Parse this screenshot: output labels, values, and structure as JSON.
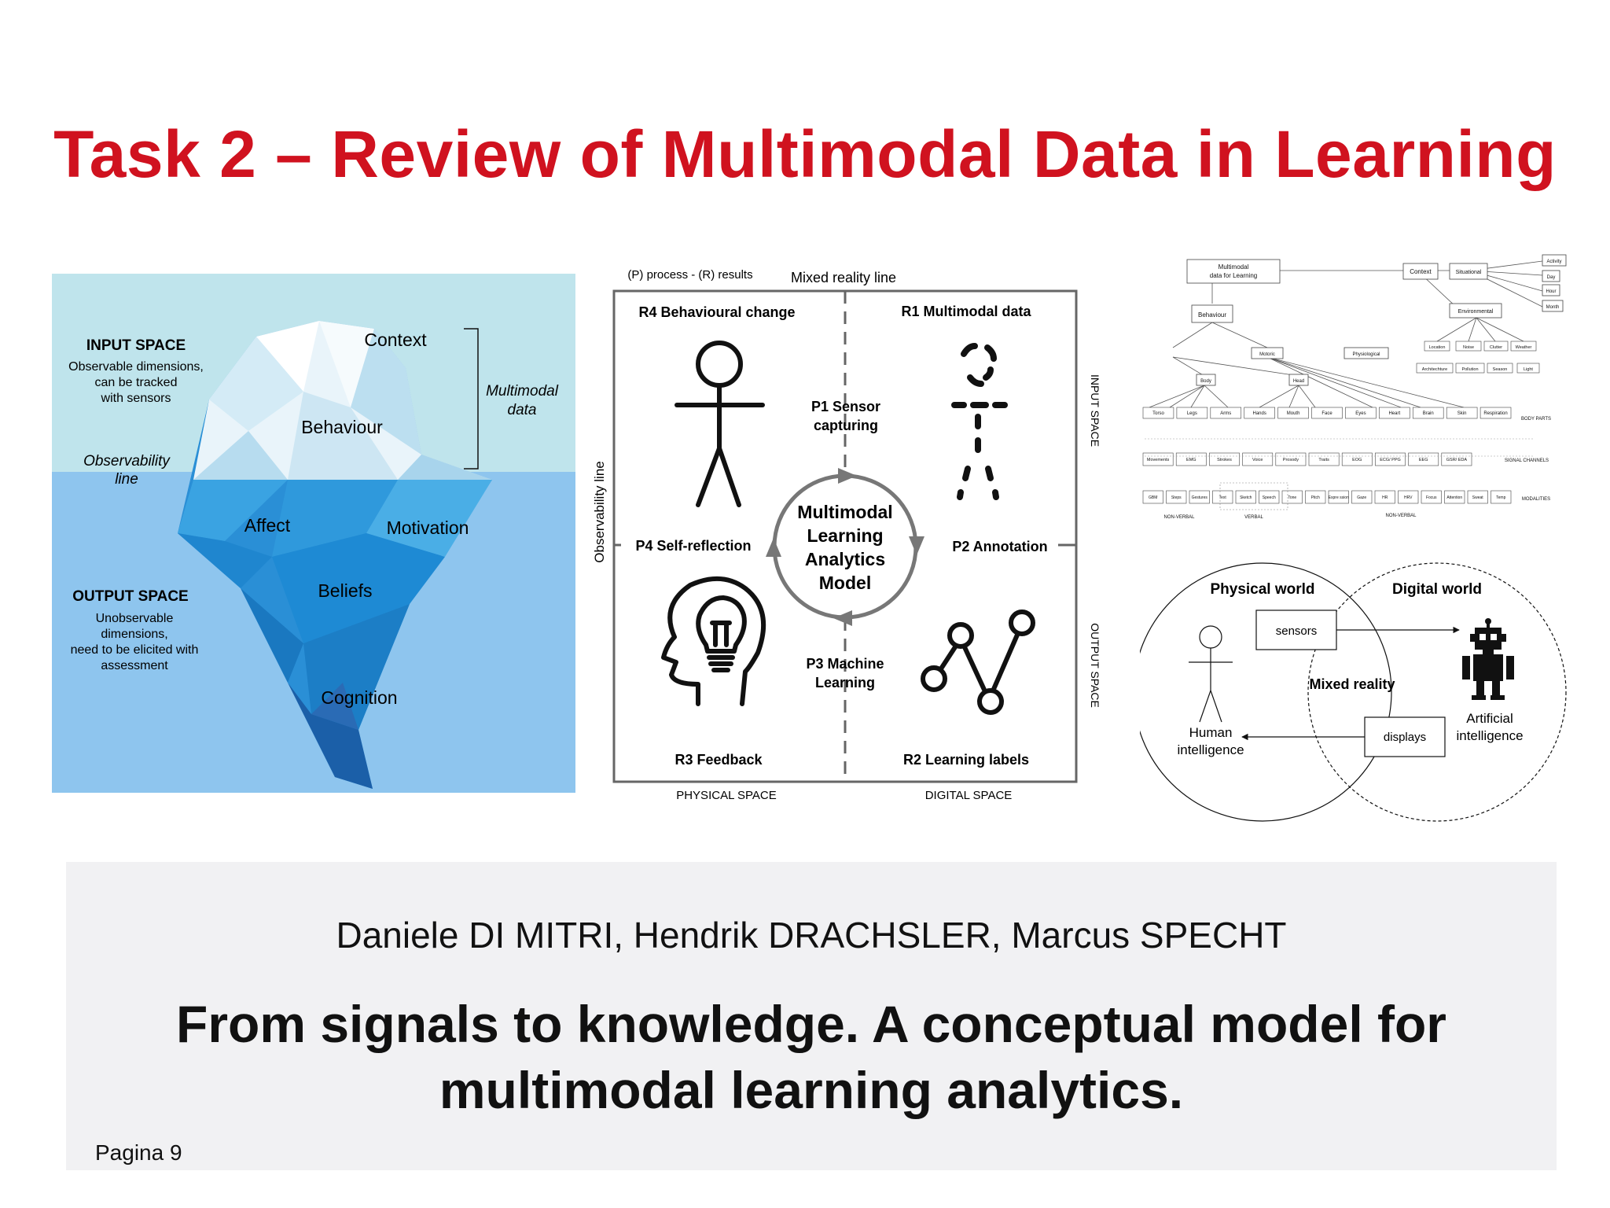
{
  "slide": {
    "title": "Task 2 – Review of Multimodal Data in Learning",
    "authors": "Daniele DI MITRI, Hendrik DRACHSLER, Marcus SPECHT",
    "paper_title": "From signals to knowledge. A conceptual model for multimodal learning analytics.",
    "page_number": "Pagina 9"
  },
  "iceberg": {
    "input_space_title": "INPUT SPACE",
    "input_space_desc": [
      "Observable dimensions,",
      "can be tracked",
      "with sensors"
    ],
    "observability_line": [
      "Observability",
      "line"
    ],
    "output_space_title": "OUTPUT SPACE",
    "output_space_desc": [
      "Unobservable",
      "dimensions,",
      "need to be elicited with",
      "assessment"
    ],
    "multimodal_data": [
      "Multimodal",
      "data"
    ],
    "layers": [
      "Context",
      "Behaviour",
      "Affect",
      "Motivation",
      "Beliefs",
      "Cognition"
    ],
    "colors": {
      "sky": "#bfe4ec",
      "water": "#8ec5ee",
      "ice": "#e8f3f9",
      "deep": "#1b5fa8"
    }
  },
  "model": {
    "legend": "(P) process  - (R) results",
    "mixed_reality_line": "Mixed reality line",
    "observability_line": "Observability line",
    "input_space": "INPUT SPACE",
    "output_space": "OUTPUT SPACE",
    "physical_space": "PHYSICAL SPACE",
    "digital_space": "DIGITAL SPACE",
    "r4": "R4 Behavioural change",
    "r1": "R1 Multimodal data",
    "r3": "R3 Feedback",
    "r2": "R2 Learning labels",
    "p1": [
      "P1 Sensor",
      "capturing"
    ],
    "p2": "P2 Annotation",
    "p3": [
      "P3 Machine",
      "Learning"
    ],
    "p4": "P4 Self-reflection",
    "center": [
      "Multimodal",
      "Learning",
      "Analytics",
      "Model"
    ]
  },
  "taxonomy": {
    "root": [
      "Multimodal",
      "data for Learning"
    ],
    "context": "Context",
    "situational": "Situational",
    "environmental": "Environmental",
    "time": [
      "Activity",
      "Day",
      "Hour",
      "Month"
    ],
    "env_items": [
      "Location",
      "Noise",
      "Clutter",
      "Weather"
    ],
    "env_items2": [
      "Architechture",
      "Pollution",
      "Season",
      "Light"
    ],
    "behaviour": "Behaviour",
    "motoric": "Motoric",
    "physiological": "Physiological",
    "body": "Body",
    "head": "Head",
    "body_parts": [
      "Torso",
      "Legs",
      "Arms",
      "Hands",
      "Mouth",
      "Face",
      "Eyes",
      "Heart",
      "Brain",
      "Skin",
      "Respiration"
    ],
    "signals": [
      "Movements",
      "EMG",
      "Strokes",
      "Voice",
      "Prosody",
      "Traits",
      "EOG",
      "ECG/ PPG",
      "EEG",
      "GSR/ EDA"
    ],
    "modalities": [
      "GBM",
      "Steps",
      "Gestures",
      "Text",
      "Sketch",
      "Speech",
      "Tone",
      "Pitch",
      "Expre ssion",
      "Gaze",
      "HR",
      "HRV",
      "Focus",
      "Attention",
      "Sweat",
      "Temp"
    ],
    "row_labels": [
      "BODY PARTS",
      "SIGNAL CHANNELS",
      "MODALITIES"
    ],
    "bottom_labels": [
      "NON-VERBAL",
      "VERBAL",
      "NON-VERBAL"
    ]
  },
  "venn": {
    "physical_world": "Physical world",
    "digital_world": "Digital world",
    "sensors": "sensors",
    "mixed_reality": "Mixed reality",
    "displays": "displays",
    "human": [
      "Human",
      "intelligence"
    ],
    "ai": [
      "Artificial",
      "intelligence"
    ]
  }
}
